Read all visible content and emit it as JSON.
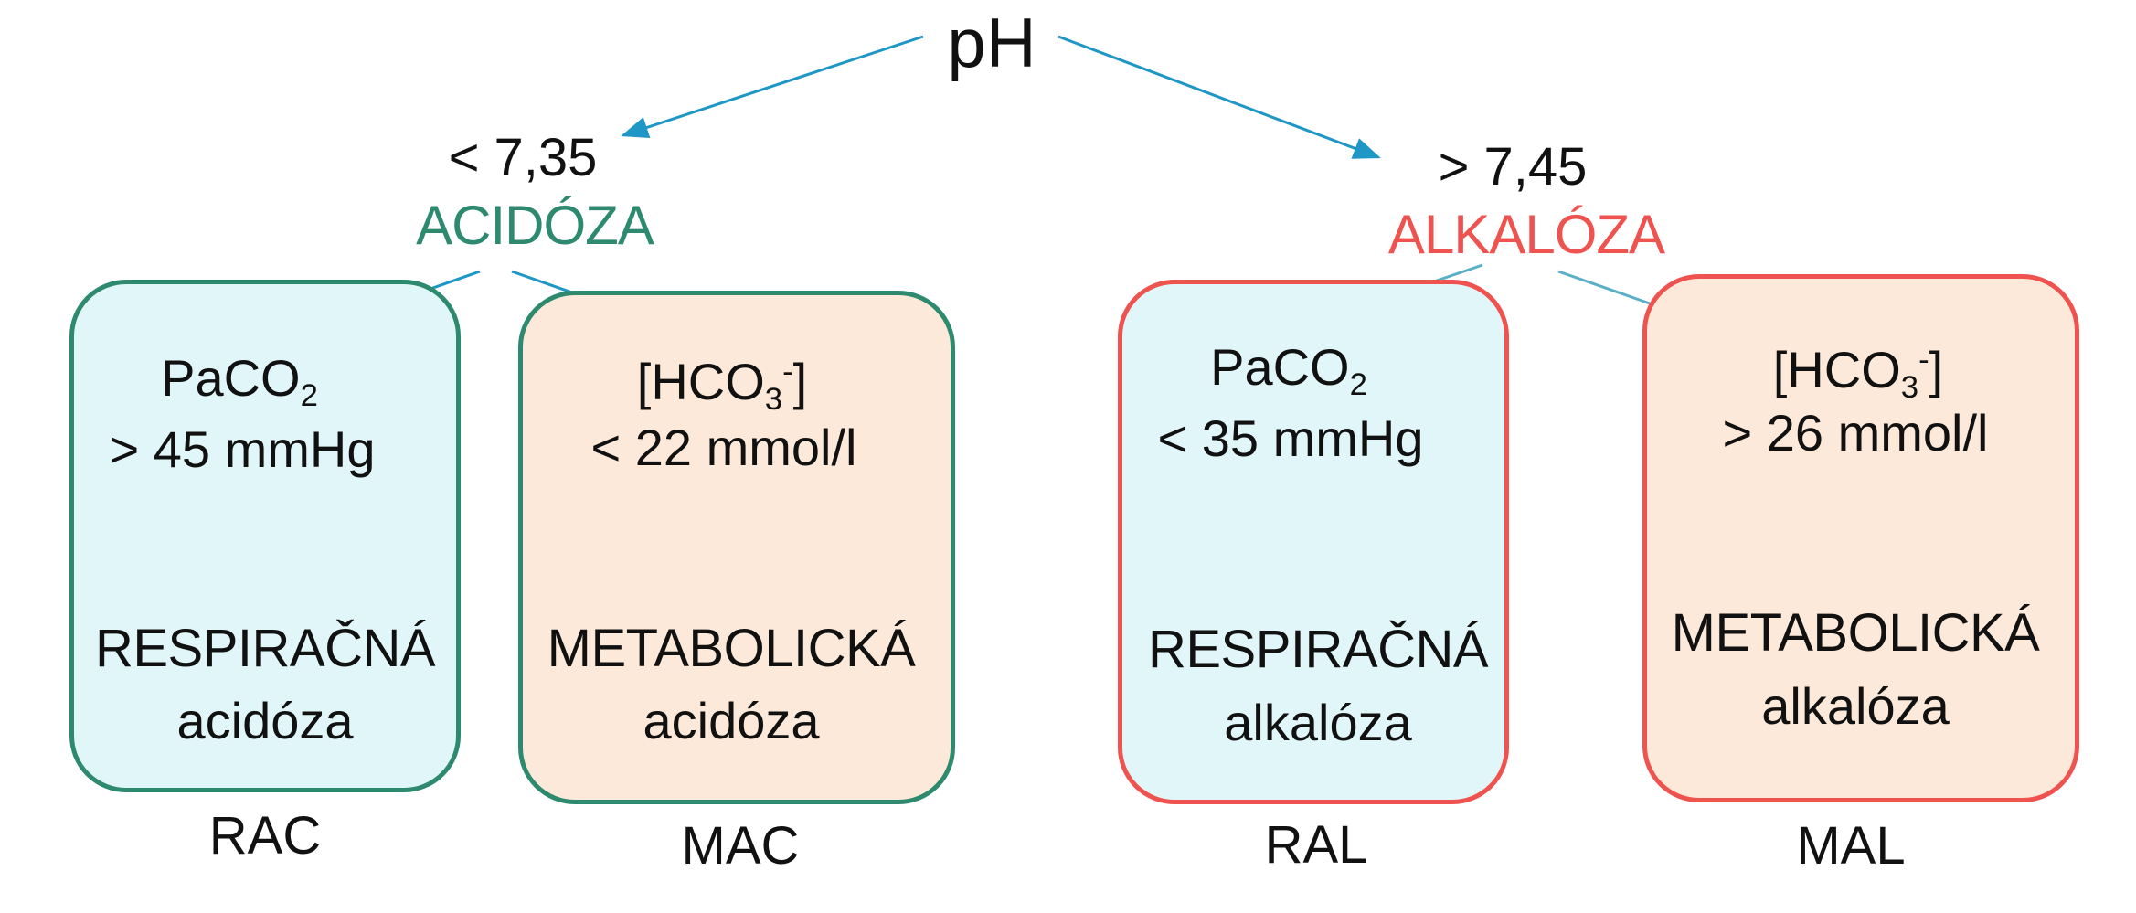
{
  "root": {
    "label": "pH"
  },
  "colors": {
    "arrow": "#1f97c6",
    "acid_border": "#2e8a6e",
    "alk_border": "#ef5350",
    "acid_label": "#2e8a6e",
    "alk_label": "#ef5350",
    "resp_fill": "#e1f6f8",
    "meta_fill": "#fde9d9"
  },
  "branches": [
    {
      "threshold": "< 7,35",
      "category": "ACIDÓZA",
      "boxes": [
        {
          "param_name": "PaCO",
          "param_sub": "2",
          "param_sup": "",
          "param_close": "",
          "param_value": "> 45 mmHg",
          "result_main": "RESPIRAČNÁ",
          "result_sub": "acidóza",
          "abbr": "RAC"
        },
        {
          "param_name": "[HCO",
          "param_sub": "3",
          "param_sup": "-",
          "param_close": "]",
          "param_value": "< 22 mmol/l",
          "result_main": "METABOLICKÁ",
          "result_sub": "acidóza",
          "abbr": "MAC"
        }
      ]
    },
    {
      "threshold": "> 7,45",
      "category": "ALKALÓZA",
      "boxes": [
        {
          "param_name": "PaCO",
          "param_sub": "2",
          "param_sup": "",
          "param_close": "",
          "param_value": "< 35 mmHg",
          "result_main": "RESPIRAČNÁ",
          "result_sub": "alkalóza",
          "abbr": "RAL"
        },
        {
          "param_name": "[HCO",
          "param_sub": "3",
          "param_sup": "-",
          "param_close": "]",
          "param_value": "> 26 mmol/l",
          "result_main": "METABOLICKÁ",
          "result_sub": "alkalóza",
          "abbr": "MAL"
        }
      ]
    }
  ]
}
